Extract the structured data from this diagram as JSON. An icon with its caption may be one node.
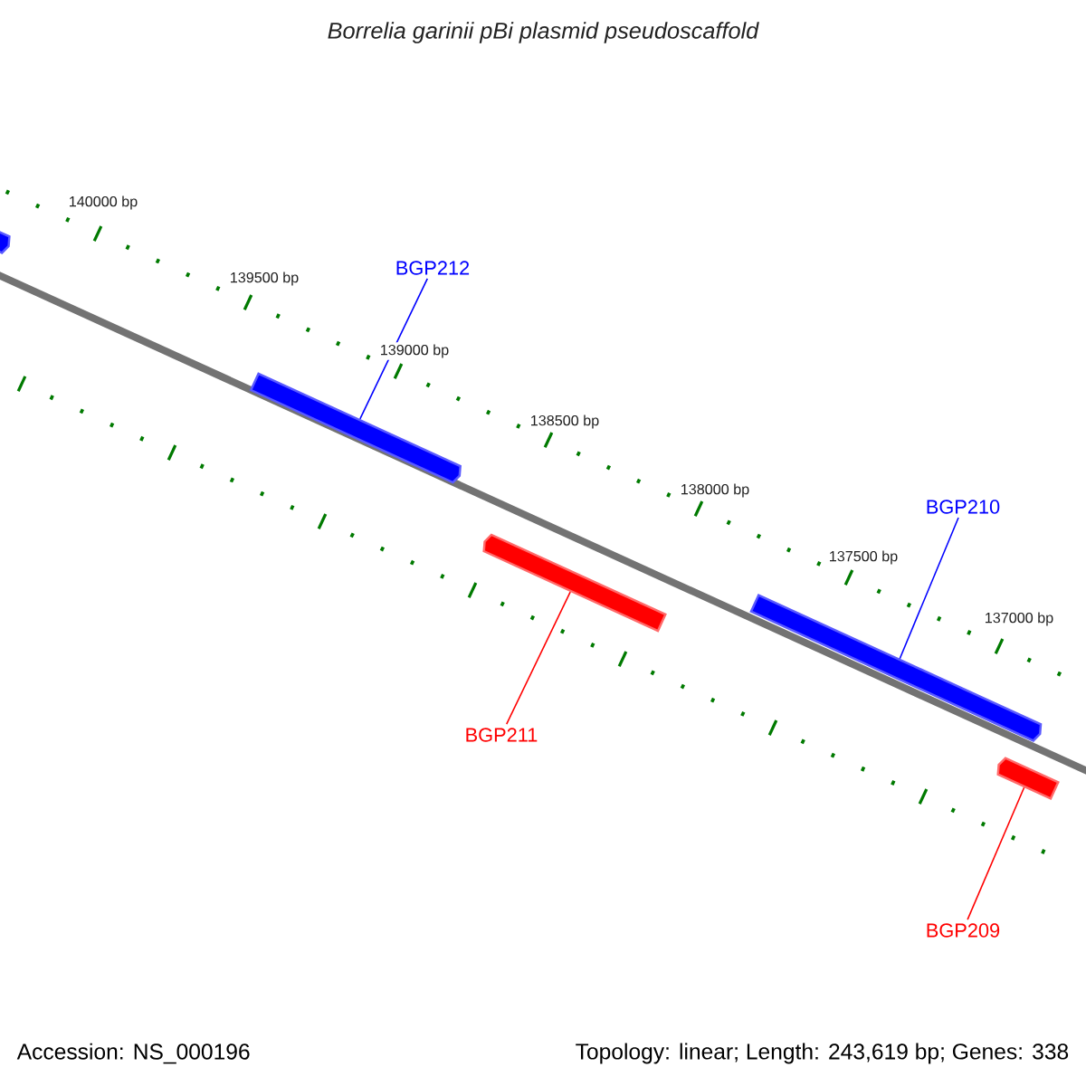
{
  "diagram": {
    "title": "Borrelia garinii pBi plasmid pseudoscaffold",
    "nodes": [
      {
        "text": [],
        "shape": "bar"
      },
      {
        "text": [
          "BGP212"
        ]
      },
      {
        "text": [],
        "shape": "bar"
      },
      {
        "text": [],
        "shape": "bar"
      },
      {
        "text": [
          "BGP211"
        ]
      },
      {
        "text": [
          "BGP210"
        ]
      },
      {
        "text": [],
        "shape": "bar"
      },
      {
        "text": [],
        "shape": "bar"
      },
      {
        "text": [
          "BGP209"
        ]
      }
    ],
    "edges": [
      {
        "from": 1,
        "to": 2,
        "arrow": "none",
        "color": "#0000ff"
      },
      {
        "from": 4,
        "to": 3,
        "arrow": "none",
        "color": "#ff0000"
      },
      {
        "from": 5,
        "to": 6,
        "arrow": "none",
        "color": "#0000ff"
      },
      {
        "from": 8,
        "to": 7,
        "arrow": "none",
        "color": "#ff0000"
      }
    ],
    "labels": [
      "140000 bp",
      "139500 bp",
      "139000 bp",
      "138500 bp",
      "138000 bp",
      "137500 bp",
      "137000 bp",
      "Accession: NS_000196",
      "Topology: linear; Length: 243,619 bp; Genes: 338"
    ]
  }
}
